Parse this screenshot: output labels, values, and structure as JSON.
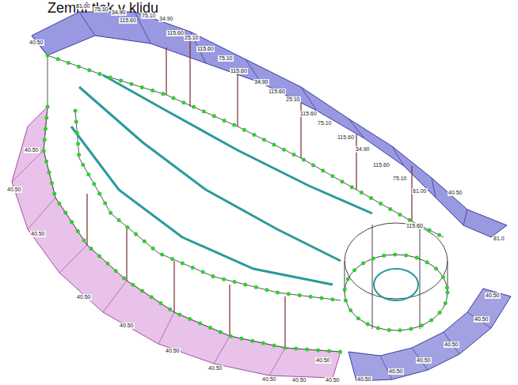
{
  "diagram": {
    "title": "Zemní tlak v klidu",
    "labels": [
      "81.00",
      "40.50",
      "75.10",
      "34.90",
      "115.60",
      "75.10",
      "34.90",
      "115.60",
      "25.10",
      "115.60",
      "75.10",
      "115.60",
      "34.90",
      "115.60",
      "25.10",
      "115.60",
      "75.10",
      "115.60",
      "34.90",
      "115.60",
      "75.10",
      "81.00",
      "40.50",
      "115.60",
      "81.0",
      "40.50",
      "40.50",
      "40.50",
      "40.50",
      "40.50",
      "40.50",
      "40.50",
      "40.50",
      "40.50",
      "40.50",
      "40.50",
      "40.50",
      "40.50",
      "40.50",
      "40.50",
      "40.50",
      "40.50"
    ]
  }
}
